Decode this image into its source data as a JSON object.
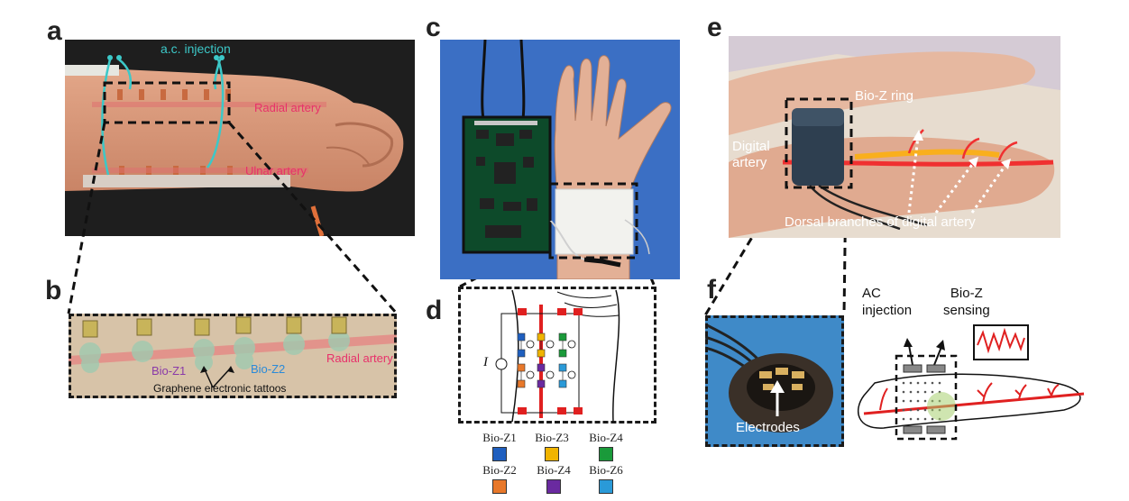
{
  "panels": {
    "a": {
      "label": "a",
      "ac_injection": "a.c. injection",
      "radial_artery": "Radial artery",
      "ulnar_artery": "Ulnar artery"
    },
    "b": {
      "label": "b",
      "bioz1": "Bio-Z1",
      "bioz2": "Bio-Z2",
      "radial_artery": "Radial artery",
      "graphene": "Graphene electronic tattoos"
    },
    "c": {
      "label": "c"
    },
    "d": {
      "label": "d",
      "current": "I",
      "legend": [
        {
          "name": "Bio-Z1",
          "color": "#1f5fbf"
        },
        {
          "name": "Bio-Z3",
          "color": "#f0b400"
        },
        {
          "name": "Bio-Z4",
          "color": "#1a9a3a"
        },
        {
          "name": "Bio-Z2",
          "color": "#e8782a"
        },
        {
          "name": "Bio-Z4",
          "color": "#6a2aa0"
        },
        {
          "name": "Bio-Z6",
          "color": "#2a9ad8"
        }
      ]
    },
    "e": {
      "label": "e",
      "ring": "Bio-Z ring",
      "digital_line1": "Digital",
      "digital_line2": "artery",
      "dorsal": "Dorsal branches of digital artery"
    },
    "f": {
      "label": "f",
      "electrodes": "Electrodes",
      "ac_line1": "AC",
      "ac_line2": "injection",
      "bioz_line1": "Bio-Z",
      "bioz_line2": "sensing"
    }
  },
  "colors": {
    "artery_red": "#e02020",
    "cyan": "#3cc8c8",
    "label_red": "#e8306a",
    "bioz1_purple": "#8a3aa8",
    "bioz2_blue": "#2a8ad8"
  }
}
